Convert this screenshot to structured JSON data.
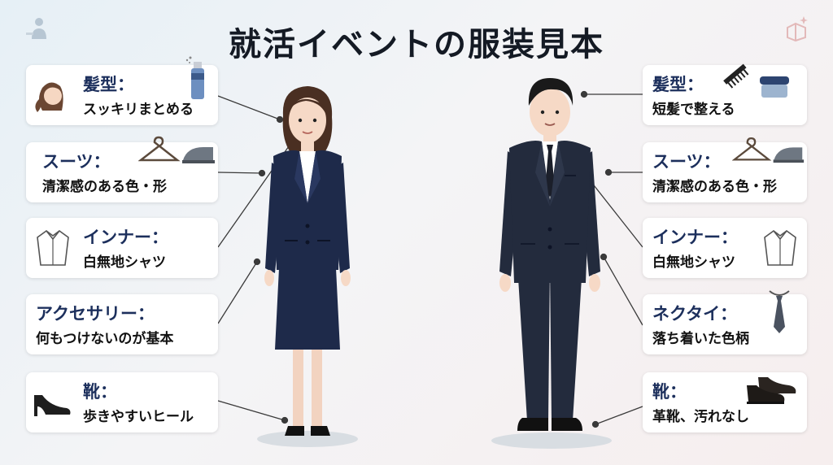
{
  "title": "就活イベントの服装見本",
  "colors": {
    "heading": "#1c2f5c",
    "suit": "#232b3d",
    "skirt": "#1e2a4a"
  },
  "left_cards": [
    {
      "head": "髪型：",
      "body": "スッキリまとめる",
      "icons": [
        "woman-hair-icon",
        "hairspray-icon"
      ]
    },
    {
      "head": "スーツ：",
      "body": "清潔感のある色・形",
      "icons": [
        "hanger-icon",
        "iron-icon"
      ]
    },
    {
      "head": "インナー：",
      "body": "白無地シャツ",
      "icons": [
        "shirt-icon"
      ]
    },
    {
      "head": "アクセサリー：",
      "body": "何もつけないのが基本",
      "icons": []
    },
    {
      "head": "靴：",
      "body": "歩きやすいヒール",
      "icons": [
        "heel-shoe-icon"
      ]
    }
  ],
  "right_cards": [
    {
      "head": "髪型：",
      "body": "短髪で整える",
      "icons": [
        "comb-icon",
        "wax-jar-icon"
      ]
    },
    {
      "head": "スーツ：",
      "body": "清潔感のある色・形",
      "icons": [
        "hanger-icon",
        "iron-icon"
      ]
    },
    {
      "head": "インナー：",
      "body": "白無地シャツ",
      "icons": [
        "shirt-icon"
      ]
    },
    {
      "head": "ネクタイ：",
      "body": "落ち着いた色柄",
      "icons": [
        "necktie-icon"
      ]
    },
    {
      "head": "靴：",
      "body": "革靴、汚れなし",
      "icons": [
        "dress-shoes-icon"
      ]
    }
  ]
}
